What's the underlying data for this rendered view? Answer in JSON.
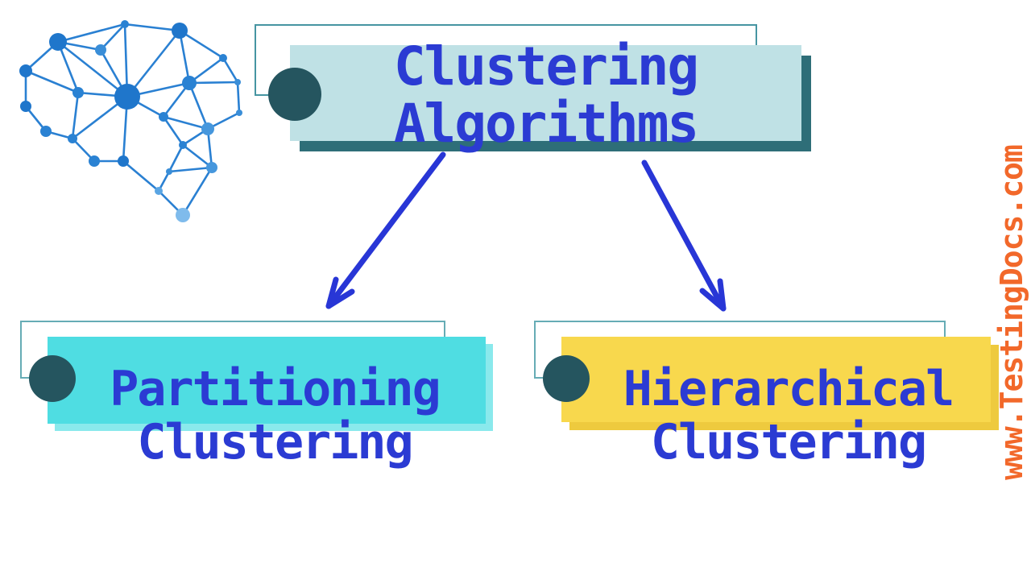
{
  "diagram": {
    "title": "Clustering Algorithms taxonomy diagram",
    "root_node": {
      "line1": "Clustering",
      "line2": "Algorithms"
    },
    "children": [
      {
        "id": "partitioning",
        "line1": "Partitioning",
        "line2": "Clustering"
      },
      {
        "id": "hierarchical",
        "line1": "Hierarchical",
        "line2": "Clustering"
      }
    ],
    "watermark": {
      "text": "www.TestingDocs.com",
      "color": "#f2682a"
    },
    "icons": [
      {
        "name": "brain-network-icon",
        "description": "network-of-nodes brain shape, blue"
      },
      {
        "name": "node-bullet-dot",
        "description": "dark teal filled circle on left edge of each node box"
      }
    ],
    "colors": {
      "root_box_fill": "#bfe1e5",
      "root_box_shadow": "#2e6e78",
      "left_box_fill": "#4fdde2",
      "left_box_shadow": "#8ae9ec",
      "right_box_fill": "#f8d84d",
      "right_box_shadow": "#eeca3e",
      "outline_rect_border": "#4f9aa6",
      "bullet_dot": "#25555f",
      "label_text": "#2b3bd3",
      "arrow": "#2836d6",
      "brain_blue": "#1f76cb",
      "background": "#ffffff"
    }
  }
}
